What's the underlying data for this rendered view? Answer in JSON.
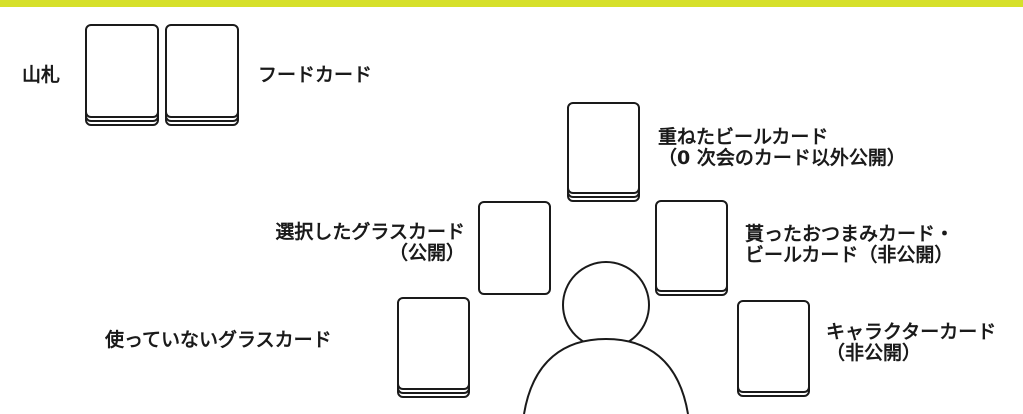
{
  "colors": {
    "top_bar": "#d6e02a",
    "stroke": "#1a1a1a",
    "background": "#ffffff"
  },
  "labels": {
    "deck": "山札",
    "food_card": "フードカード",
    "stacked_beer": {
      "line1": "重ねたビールカード",
      "line2": "（0 次会のカード以外公開）"
    },
    "selected_glass": {
      "line1": "選択したグラスカード",
      "line2": "（公開）"
    },
    "received": {
      "line1": "貰ったおつまみカード・",
      "line2": "ビールカード（非公開）"
    },
    "unused_glass": "使っていないグラスカード",
    "character": {
      "line1": "キャラクターカード",
      "line2": "（非公開）"
    }
  }
}
